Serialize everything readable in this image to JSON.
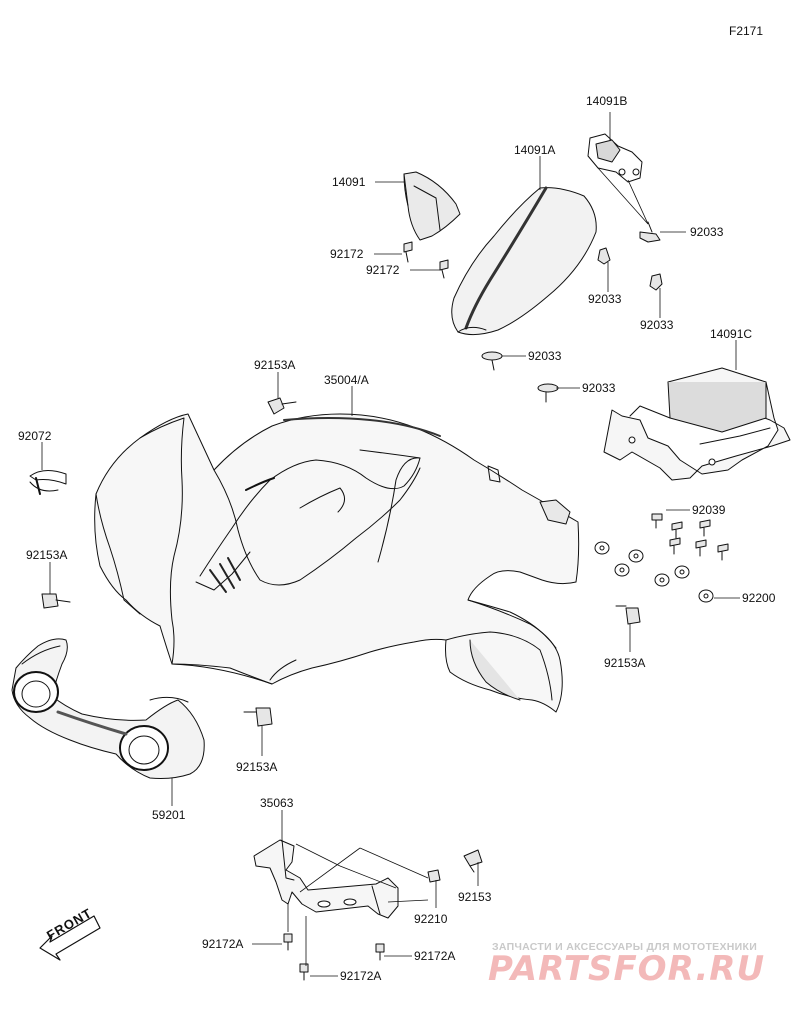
{
  "figure_code": "F2171",
  "parts": {
    "p14091B": "14091B",
    "p14091A": "14091A",
    "p14091": "14091",
    "p92033_a": "92033",
    "p92172_a": "92172",
    "p92172_b": "92172",
    "p92033_b": "92033",
    "p92033_c": "92033",
    "p14091C": "14091C",
    "p92033_d": "92033",
    "p92153A_a": "92153A",
    "p35004A": "35004/A",
    "p92033_e": "92033",
    "p92072": "92072",
    "p92039": "92039",
    "p92153A_b": "92153A",
    "p92200": "92200",
    "p92153A_c": "92153A",
    "p59201": "59201",
    "p92153A_d": "92153A",
    "p35063": "35063",
    "p92153": "92153",
    "p92210": "92210",
    "p92172A_a": "92172A",
    "p92172A_b": "92172A",
    "p92172A_c": "92172A"
  },
  "front_marker": "FRONT",
  "watermark": {
    "subtitle": "ЗАПЧАСТИ И АКСЕССУАРЫ ДЛЯ МОТОТЕХНИКИ",
    "brand": "PARTSFOR.RU"
  }
}
